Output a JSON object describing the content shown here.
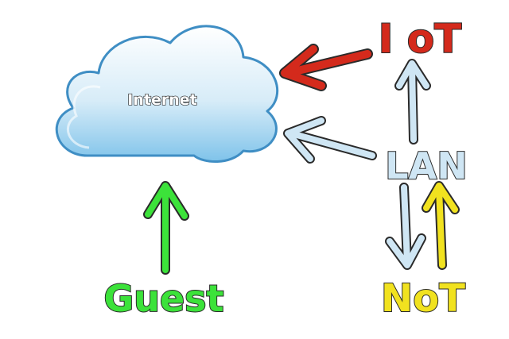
{
  "nodes": {
    "internet": {
      "label": "Internet"
    },
    "iot": {
      "label": "I oT",
      "color": "#d42a1c"
    },
    "lan": {
      "label": "LAN",
      "color": "#cfe6f4"
    },
    "not": {
      "label": "NoT",
      "color": "#f1e21f"
    },
    "guest": {
      "label": "Guest",
      "color": "#3ce23a"
    }
  },
  "edges": [
    {
      "from": "iot",
      "to": "internet",
      "color": "#d42a1c"
    },
    {
      "from": "lan",
      "to": "internet",
      "color": "#cfe6f4"
    },
    {
      "from": "lan",
      "to": "iot",
      "color": "#cfe6f4"
    },
    {
      "from": "lan",
      "to": "not",
      "color": "#cfe6f4"
    },
    {
      "from": "not",
      "to": "lan",
      "color": "#f1e21f"
    },
    {
      "from": "guest",
      "to": "internet",
      "color": "#3ce23a"
    }
  ],
  "colors": {
    "cloud_top": "#ffffff",
    "cloud_bottom": "#7fc3ea",
    "cloud_edge": "#3f8ec4",
    "outline": "#2a2a2a"
  }
}
